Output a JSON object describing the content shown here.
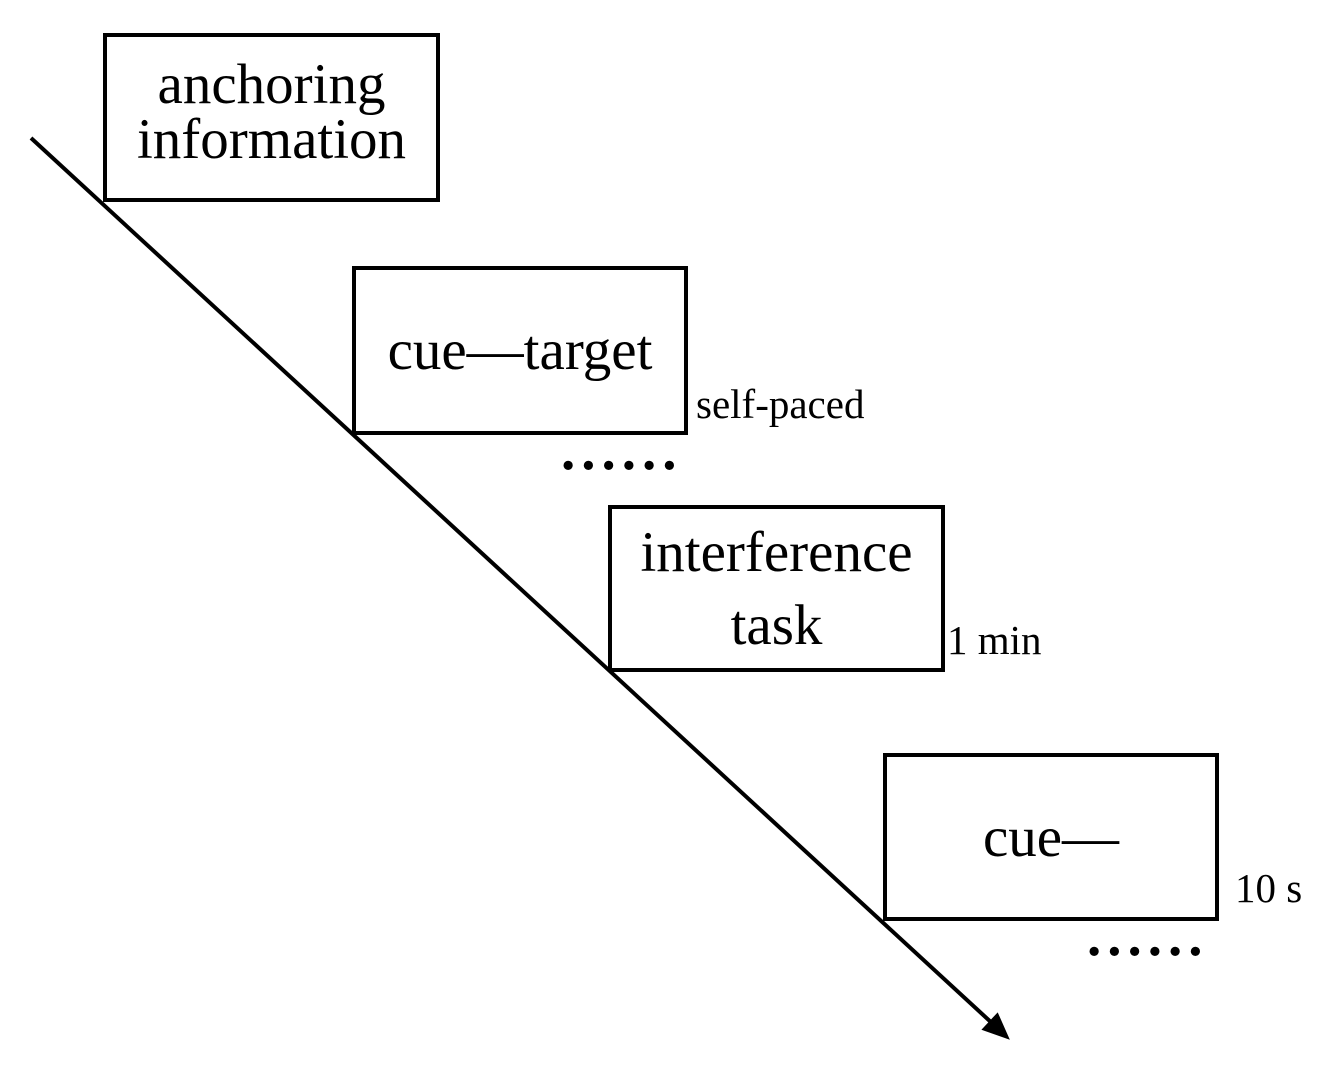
{
  "figure": {
    "background_color": "#ffffff",
    "ink_color": "#000000",
    "arrow": {
      "description": "diagonal timeline arrow, top-left to bottom-right"
    },
    "steps": [
      {
        "name": "anchoring-information",
        "label_lines": [
          "anchoring",
          "information"
        ]
      },
      {
        "name": "cue-target",
        "label_lines": [
          "cue—target"
        ],
        "duration": "self-paced",
        "continuation_dots": "......"
      },
      {
        "name": "interference-task",
        "label_lines": [
          "interference",
          "task"
        ],
        "duration": "1 min"
      },
      {
        "name": "cue",
        "label_lines": [
          "cue—"
        ],
        "duration": "10 s",
        "continuation_dots": "......"
      }
    ]
  }
}
